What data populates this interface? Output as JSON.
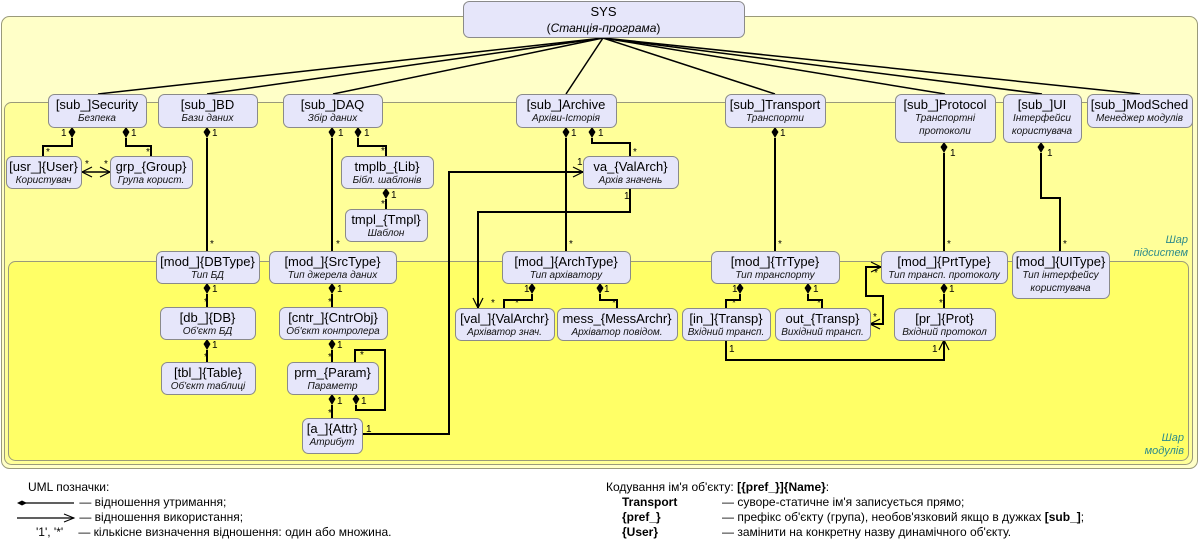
{
  "diagram": {
    "layers": {
      "subsystems_label": [
        "Шар",
        "підсистем"
      ],
      "modules_label": [
        "Шар",
        "модулів"
      ]
    },
    "root": {
      "id": "sys",
      "title": "SYS",
      "subtitle_prefix": "(",
      "subtitle": "Станція-програма",
      "subtitle_suffix": ")"
    },
    "subsystems": [
      {
        "id": "security",
        "title": "[sub_]Security",
        "subtitle": [
          "Безпека"
        ]
      },
      {
        "id": "bd",
        "title": "[sub_]BD",
        "subtitle": [
          "Бази даних"
        ]
      },
      {
        "id": "daq",
        "title": "[sub_]DAQ",
        "subtitle": [
          "Збір даних"
        ]
      },
      {
        "id": "archive",
        "title": "[sub_]Archive",
        "subtitle": [
          "Архіви-Історія"
        ]
      },
      {
        "id": "transport",
        "title": "[sub_]Transport",
        "subtitle": [
          "Транспорти"
        ]
      },
      {
        "id": "protocol",
        "title": "[sub_]Protocol",
        "subtitle": [
          "Транспортні",
          "протоколи"
        ]
      },
      {
        "id": "ui",
        "title": "[sub_]UI",
        "subtitle": [
          "Інтерфейси",
          "користувача"
        ]
      },
      {
        "id": "modsched",
        "title": "[sub_]ModSched",
        "subtitle": [
          "Менеджер модулів"
        ]
      }
    ],
    "objects": [
      {
        "id": "user",
        "title": "[usr_]{User}",
        "subtitle": [
          "Користувач"
        ]
      },
      {
        "id": "group",
        "title": "grp_{Group}",
        "subtitle": [
          "Група корист."
        ]
      },
      {
        "id": "tmplb",
        "title": "tmplb_{Lib}",
        "subtitle": [
          "Бібл. шаблонів"
        ]
      },
      {
        "id": "tmpl",
        "title": "tmpl_{Tmpl}",
        "subtitle": [
          "Шаблон"
        ]
      },
      {
        "id": "valarch",
        "title": "va_{ValArch}",
        "subtitle": [
          "Архів значень"
        ]
      },
      {
        "id": "dbtype",
        "title": "[mod_]{DBType}",
        "subtitle": [
          "Тип БД"
        ]
      },
      {
        "id": "srctype",
        "title": "[mod_]{SrcType}",
        "subtitle": [
          "Тип джерела даних"
        ]
      },
      {
        "id": "archtype",
        "title": "[mod_]{ArchType}",
        "subtitle": [
          "Тип архіватору"
        ]
      },
      {
        "id": "trtype",
        "title": "[mod_]{TrType}",
        "subtitle": [
          "Тип транспорту"
        ]
      },
      {
        "id": "prttype",
        "title": "[mod_]{PrtType}",
        "subtitle": [
          "Тип трансп. протоколу"
        ]
      },
      {
        "id": "uitype",
        "title": "[mod_]{UIType}",
        "subtitle": [
          "Тип інтерфейсу",
          "користувача"
        ]
      },
      {
        "id": "db",
        "title": "[db_]{DB}",
        "subtitle": [
          "Об'єкт БД"
        ]
      },
      {
        "id": "table",
        "title": "[tbl_]{Table}",
        "subtitle": [
          "Об'єкт таблиці"
        ]
      },
      {
        "id": "cntr",
        "title": "[cntr_]{CntrObj}",
        "subtitle": [
          "Об'єкт контролера"
        ]
      },
      {
        "id": "param",
        "title": "prm_{Param}",
        "subtitle": [
          "Параметр"
        ]
      },
      {
        "id": "attr",
        "title": "[a_]{Attr}",
        "subtitle": [
          "Атрибут"
        ]
      },
      {
        "id": "valarchr",
        "title": "[val_]{ValArchr}",
        "subtitle": [
          "Архіватор знач."
        ]
      },
      {
        "id": "messarchr",
        "title": "mess_{MessArchr}",
        "subtitle": [
          "Архіватор повідом."
        ]
      },
      {
        "id": "intransp",
        "title": "[in_]{Transp}",
        "subtitle": [
          "Вхідний трансп."
        ]
      },
      {
        "id": "outtransp",
        "title": "out_{Transp}",
        "subtitle": [
          "Вихідний трансп."
        ]
      },
      {
        "id": "prot",
        "title": "[pr_]{Prot}",
        "subtitle": [
          "Вхідний протокол"
        ]
      }
    ],
    "multiplicity": {
      "one": "1",
      "many": "*"
    }
  },
  "legend": {
    "uml_title": "UML позначки:",
    "uml_items": [
      {
        "symbol": "composition-arrow",
        "text": "— відношення утримання;"
      },
      {
        "symbol": "usage-arrow",
        "text": "— відношення використання;"
      },
      {
        "symbol": "multiplicity",
        "symbol_text": "'1', '*'",
        "text": "— кількісне визначення відношення: один або множина."
      }
    ],
    "naming_title_prefix": "Кодування ім'я об'єкту: ",
    "naming_title_bold": "[{pref_}]{Name}",
    "naming_title_suffix": ":",
    "naming_items": [
      {
        "key": "Transport",
        "text": "— суворе-статичне ім'я записується прямо;",
        "bold_tail": ""
      },
      {
        "key": "{pref_}",
        "text": "— префікс об'єкту (група), необов'язковий якщо в дужках ",
        "bold_tail": "[sub_]",
        "tail_end": ";"
      },
      {
        "key": "{User}",
        "text": "— замінити на конкретну назву динамічного об'єкту.",
        "bold_tail": ""
      }
    ]
  }
}
